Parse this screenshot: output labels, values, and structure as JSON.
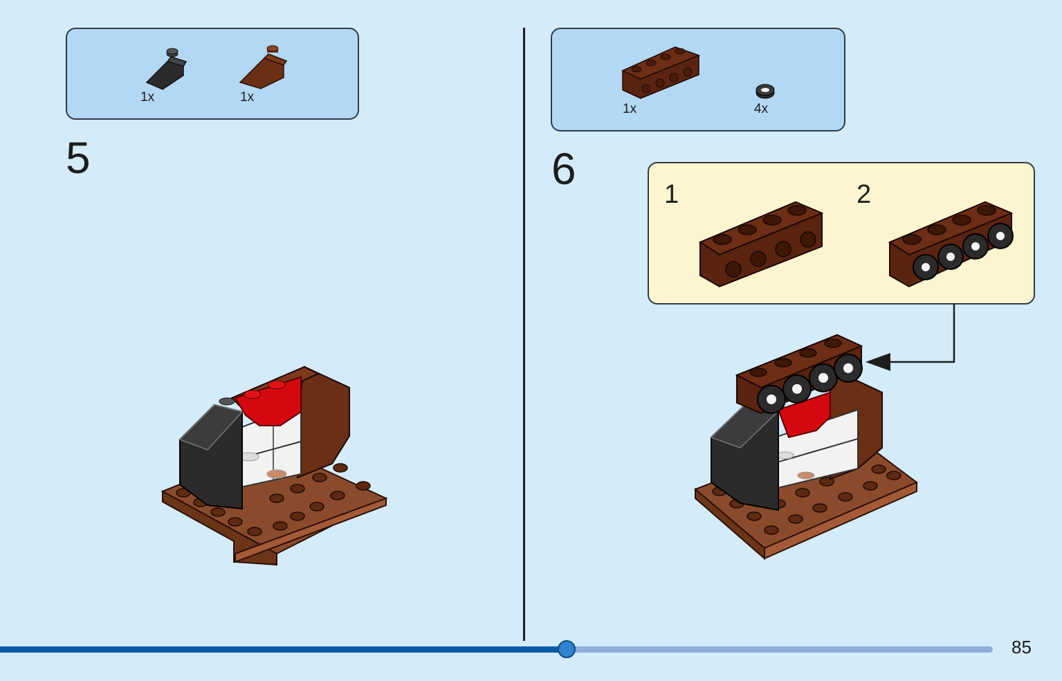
{
  "step5": {
    "number": "5",
    "parts": [
      {
        "qty": "1x",
        "icon": "black-slope-brick-icon",
        "color": "#2b2b2b"
      },
      {
        "qty": "1x",
        "icon": "brown-slope-brick-icon",
        "color": "#6a2f14"
      }
    ]
  },
  "step6": {
    "number": "6",
    "parts": [
      {
        "qty": "1x",
        "icon": "brown-technic-brick-icon",
        "color": "#5a2410"
      },
      {
        "qty": "4x",
        "icon": "round-tile-eye-icon",
        "color": "#2b2b2b"
      }
    ],
    "callout": {
      "sub_steps": [
        {
          "number": "1",
          "icon": "brown-brick-side-studs-icon"
        },
        {
          "number": "2",
          "icon": "brick-with-eye-tiles-icon"
        }
      ]
    }
  },
  "colors": {
    "background": "#d4ebfa",
    "parts_box": "#b3d8f4",
    "callout_box": "#fdf5cf",
    "brown_plate": "#8a4b2c",
    "dark_brown": "#5a2410",
    "red": "#d5080f",
    "black": "#2b2b2b",
    "progress_fill": "#0a5ca8",
    "progress_track": "#8eaedb"
  },
  "progress": {
    "value": 0.57
  },
  "page_number": "85"
}
